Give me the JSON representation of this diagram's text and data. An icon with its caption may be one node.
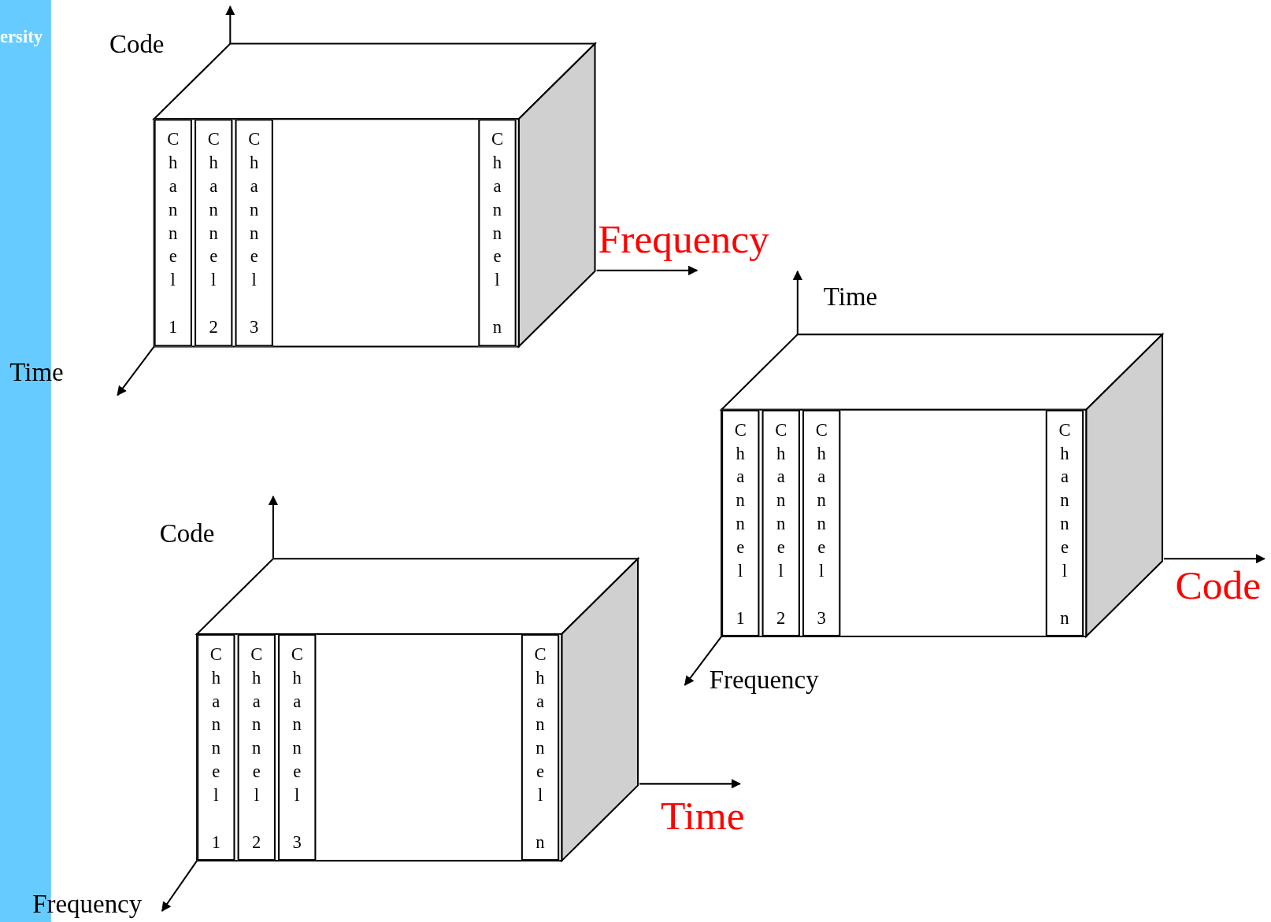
{
  "diagram": {
    "nodes": [
      {
        "text": [
          "Channel 1"
        ]
      },
      {
        "text": [
          "Channel 2"
        ]
      },
      {
        "text": [
          "Channel 3"
        ]
      },
      {
        "text": [
          "Channel n"
        ]
      },
      {
        "text": [
          "Channel 1"
        ]
      },
      {
        "text": [
          "Channel 2"
        ]
      },
      {
        "text": [
          "Channel 3"
        ]
      },
      {
        "text": [
          "Channel n"
        ]
      },
      {
        "text": [
          "Channel 1"
        ]
      },
      {
        "text": [
          "Channel 2"
        ]
      },
      {
        "text": [
          "Channel 3"
        ]
      },
      {
        "text": [
          "Channel n"
        ]
      }
    ],
    "edges": [],
    "labels": [
      "ersity",
      "Code",
      "Frequency",
      "Time",
      "Time",
      "Code",
      "Code",
      "Frequency",
      "Time",
      "Frequency"
    ]
  }
}
